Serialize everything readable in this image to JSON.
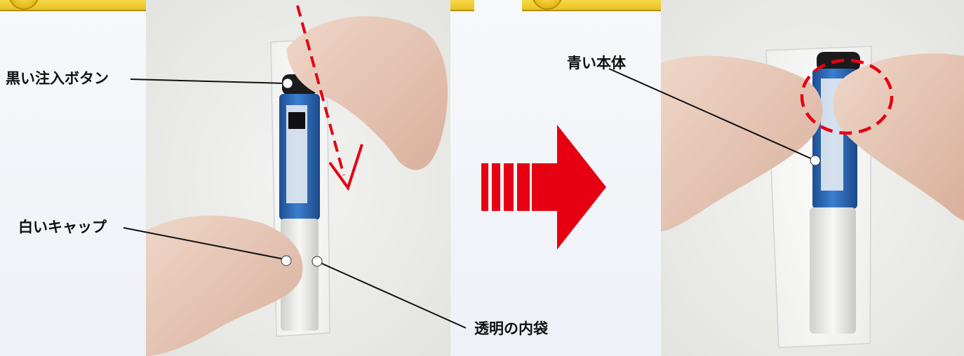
{
  "labels": {
    "black_button": "黒い注入ボタン",
    "white_cap": "白いキャップ",
    "clear_bag": "透明の内袋",
    "blue_body": "青い本体"
  },
  "colors": {
    "banner": "#f1cd2f",
    "arrow_red": "#e60012",
    "pen_blue": "#2a6ab7",
    "button_black": "#1b1b1b",
    "cap_white": "#e9e9e6"
  }
}
